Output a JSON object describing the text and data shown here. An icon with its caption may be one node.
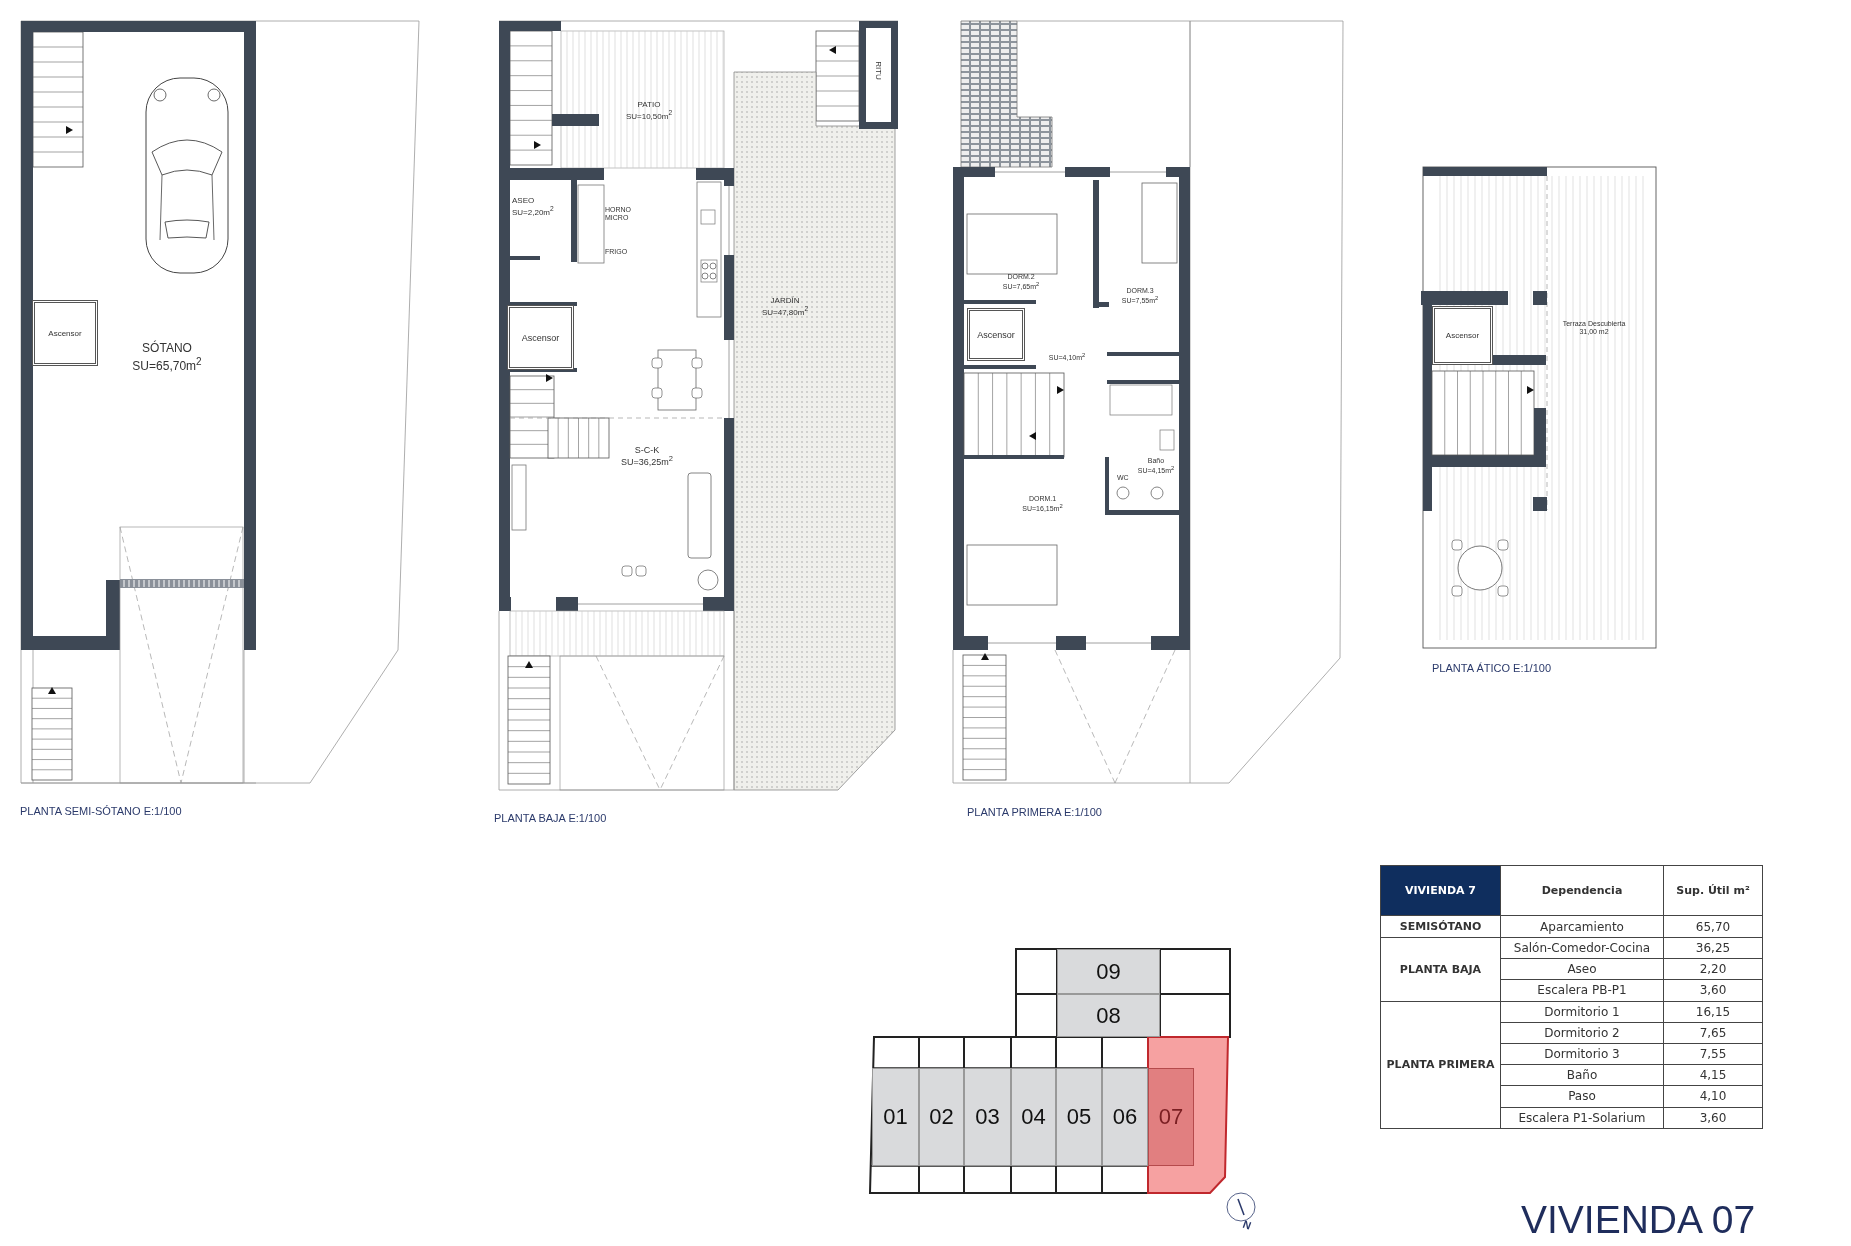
{
  "diagram": {
    "title": "VIVIENDA 07",
    "nodes": [
      {
        "text": [
          "PLANTA SEMI-SÓTANO E:1/100"
        ]
      },
      {
        "text": [
          "Ascensor"
        ],
        "in": 0
      },
      {
        "text": [
          "SÓTANO",
          "SU=65,70m$^{2}$"
        ],
        "in": 0
      },
      {
        "text": [
          "PLANTA BAJA E:1/100"
        ]
      },
      {
        "text": [
          "PATIO",
          "SU=10,50m$^{2}$"
        ],
        "in": 3
      },
      {
        "text": [
          "RITU"
        ],
        "in": 3
      },
      {
        "text": [
          "ASEO",
          "SU=2,20m$^{2}$"
        ],
        "in": 3
      },
      {
        "text": [
          "JARDÍN",
          "SU=47,80m$^{2}$"
        ],
        "in": 3
      },
      {
        "text": [
          "Ascensor"
        ],
        "in": 3
      },
      {
        "text": [
          "S-C-K",
          "SU=36,25m$^{2}$"
        ],
        "in": 3
      },
      {
        "text": [
          "PLANTA PRIMERA E:1/100"
        ]
      },
      {
        "text": [
          "DORM.2",
          "SU=7,65m$^{2}$"
        ],
        "in": 10
      },
      {
        "text": [
          "DORM.3",
          "SU=7,55m$^{2}$"
        ],
        "in": 10
      },
      {
        "text": [
          "Ascensor"
        ],
        "in": 10
      },
      {
        "text": [
          "SU=4,10m$^{2}$"
        ],
        "in": 10
      },
      {
        "text": [
          "Baño",
          "SU=4,15m$^{2}$"
        ],
        "in": 10
      },
      {
        "text": [
          "DORM.1",
          "SU=16,15m$^{2}$"
        ],
        "in": 10
      },
      {
        "text": [
          "PLANTA ÁTICO E:1/100"
        ]
      },
      {
        "text": [
          "Ascensor"
        ],
        "in": 17
      },
      {
        "text": [
          "Terraza Descubierta",
          "31,00 m2"
        ],
        "in": 17
      },
      {
        "text": [
          "09"
        ]
      },
      {
        "text": [
          "08"
        ]
      },
      {
        "text": [
          "01"
        ]
      },
      {
        "text": [
          "02"
        ]
      },
      {
        "text": [
          "03"
        ]
      },
      {
        "text": [
          "04"
        ]
      },
      {
        "text": [
          "05"
        ]
      },
      {
        "text": [
          "06"
        ]
      },
      {
        "text": [
          "07"
        ]
      }
    ],
    "edges": [],
    "labels": [
      "HORNO MICRO",
      "FRIGO",
      "WC",
      "VIVIENDA 7",
      "Dependencia",
      "Sup. Útil m²",
      "SEMISÓTANO",
      "Aparcamiento",
      "65,70",
      "PLANTA BAJA",
      "Salón-Comedor-Cocina",
      "36,25",
      "Aseo",
      "2,20",
      "Escalera PB-P1",
      "3,60",
      "PLANTA PRIMERA",
      "Dormitorio 1",
      "16,15",
      "Dormitorio 2",
      "7,65",
      "Dormitorio 3",
      "7,55",
      "Baño",
      "4,15",
      "Paso",
      "4,10",
      "Escalera P1-Solarium",
      "3,60",
      "N"
    ]
  }
}
